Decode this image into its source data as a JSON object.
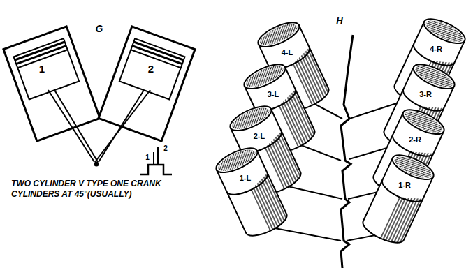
{
  "diagram": {
    "caption": "TWO CYLINDER V TYPE ONE CRANK CYLINDERS AT 45°(USUALLY)",
    "labels": [
      "G",
      "1",
      "2",
      "1",
      "2",
      "H",
      "4-L",
      "3-L",
      "2-L",
      "1-L",
      "4-R",
      "3-R",
      "2-R",
      "1-R"
    ]
  }
}
